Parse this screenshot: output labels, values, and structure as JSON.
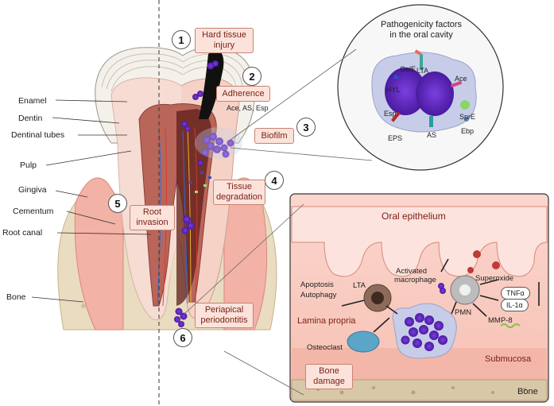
{
  "tooth_labels": {
    "enamel": "Enamel",
    "dentin": "Dentin",
    "dentinal_tubes": "Dentinal tubes",
    "pulp": "Pulp",
    "gingiva": "Gingiva",
    "cementum": "Cementum",
    "root_canal": "Root canal",
    "bone": "Bone"
  },
  "steps": [
    {
      "number": "1",
      "label": "Hard tissue injury"
    },
    {
      "number": "2",
      "label": "Adherence",
      "detail": "Ace, AS, Esp"
    },
    {
      "number": "3",
      "label": "Biofilm"
    },
    {
      "number": "4",
      "label": "Tissue degradation"
    },
    {
      "number": "5",
      "label": "Root invasion"
    },
    {
      "number": "6",
      "label": "Periapical periodontitis"
    }
  ],
  "pathogenicity": {
    "title_line1": "Pathogenicity  factors",
    "title_line2": "in the oral cavity",
    "factors": [
      "GelE",
      "HYL",
      "LTA",
      "Ace",
      "SprE",
      "Esp",
      "EPS",
      "AS",
      "Ebp"
    ]
  },
  "inset": {
    "oral_epithelium": "Oral epithelium",
    "lamina_propria": "Lamina propria",
    "submucosa": "Submucosa",
    "bone": "Bone",
    "bone_damage": "Bone damage",
    "apoptosis": "Apoptosis",
    "autophagy": "Autophagy",
    "lta": "LTA",
    "activated_macrophage_l1": "Activated",
    "activated_macrophage_l2": "macrophage",
    "superoxide": "Superoxide",
    "pmn": "PMN",
    "tnfa": "TNFα",
    "il1a": "IL-1α",
    "mmp8": "MMP-8",
    "osteoclast": "Osteoclast"
  },
  "colors": {
    "step_box_fill": "#fbe3dc",
    "step_text": "#7a1f12",
    "bacteria": "#6b2fc4",
    "gingiva": "#f3b2a6",
    "bone": "#e9dcc0"
  }
}
